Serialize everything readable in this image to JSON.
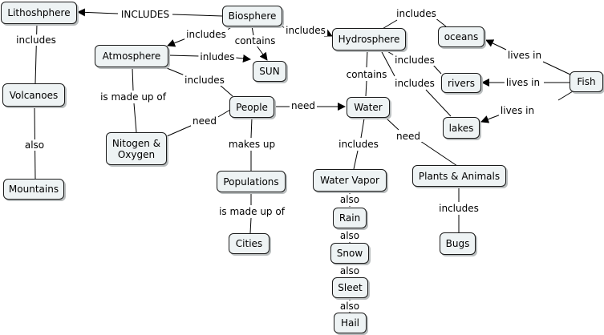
{
  "nodes": {
    "lithosphere": "Lithoshphere",
    "biosphere": "Biosphere",
    "hydrosphere": "Hydrosphere",
    "oceans": "oceans",
    "atmosphere": "Atmosphere",
    "sun": "SUN",
    "rivers": "rivers",
    "fish": "Fish",
    "volcanoes": "Volcanoes",
    "people": "People",
    "water": "Water",
    "lakes": "lakes",
    "nitogen_oxygen": "Nitogen &\nOxygen",
    "water_vapor": "Water Vapor",
    "plants_animals": "Plants & Animals",
    "populations": "Populations",
    "mountains": "Mountains",
    "rain": "Rain",
    "snow": "Snow",
    "bugs": "Bugs",
    "cities": "Cities",
    "sleet": "Sleet",
    "hail": "Hail"
  },
  "links": {
    "includes_caps": "INCLUDES",
    "includes_litho_volc": "includes",
    "also_volc_mount": "also",
    "includes_bio_atmo": "includes",
    "contains_bio_sun": "contains",
    "includes_bio_hydro": "includes",
    "includes_hydro_oceans": "includes",
    "includes_hydro_rivers": "includes",
    "includes_hydro_lakes": "includes",
    "contains_hydro_water": "contains",
    "lives_in_oceans": "lives in",
    "lives_in_rivers": "lives in",
    "lives_in_lakes": "lives in",
    "inludes_atmo_sun": "inludes",
    "includes_atmo_people": "includes",
    "is_made_up_of_atmo": "is made up of",
    "need_people_nitogen": "need",
    "need_people_water": "need",
    "makes_up_people_pop": "makes up",
    "is_made_up_of_pop": "is made up of",
    "includes_water_vapor": "includes",
    "need_water_plants": "need",
    "includes_plants_bugs": "includes",
    "also_vapor_rain": "also",
    "also_rain_snow": "also",
    "also_snow_sleet": "also",
    "also_sleet_hail": "also"
  },
  "colors": {
    "node_fill": "#eef3f4",
    "node_border": "#1a1a1a",
    "link": "#000000"
  }
}
